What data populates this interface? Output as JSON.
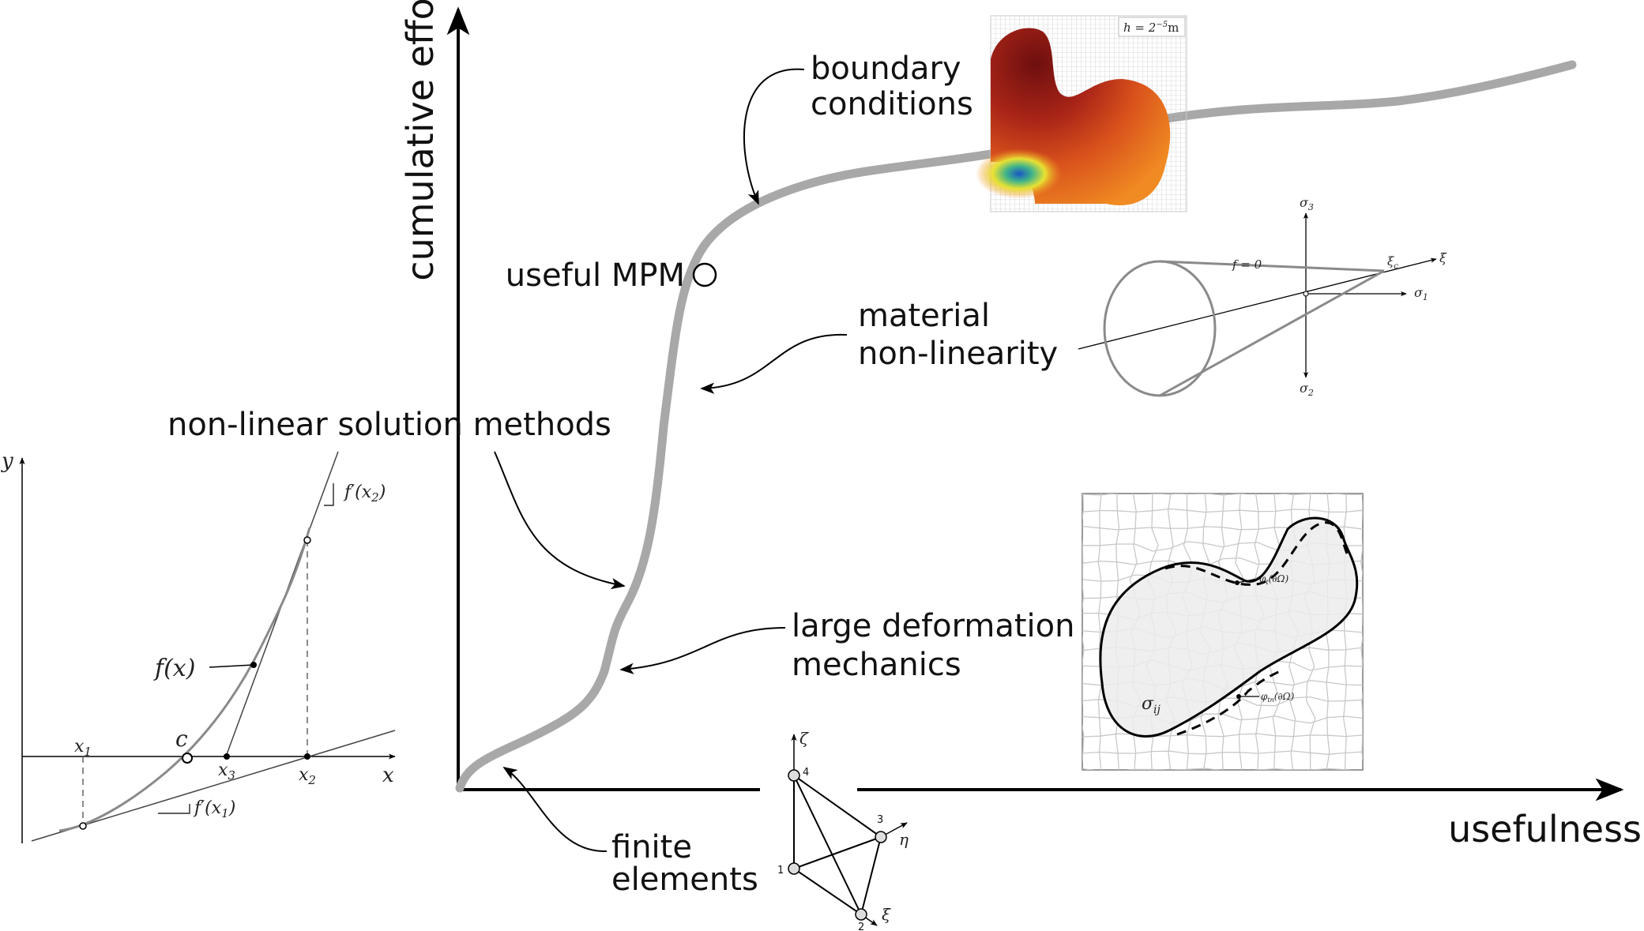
{
  "axes": {
    "x_label": "usefulness",
    "y_label": "cumulative effort"
  },
  "milestone": {
    "label": "useful MPM"
  },
  "annotations": {
    "finite_elements": [
      "finite",
      "elements"
    ],
    "large_deformation": [
      "large deformation",
      "mechanics"
    ],
    "non_linear": "non-linear solution methods",
    "material": [
      "material",
      "non-linearity"
    ],
    "boundary": [
      "boundary",
      "conditions"
    ]
  },
  "newton_plot": {
    "y_axis": "y",
    "x_axis": "x",
    "function": "f(x)",
    "root": "c",
    "x1": "x",
    "x1_sub": "1",
    "x2": "x",
    "x2_sub": "2",
    "x3": "x",
    "x3_sub": "3",
    "slope1": "f′(x",
    "slope1_sub": "1",
    "slope1_close": ")",
    "slope2": "f′(x",
    "slope2_sub": "2",
    "slope2_close": ")"
  },
  "tetrahedron": {
    "zeta": "ζ",
    "eta": "η",
    "xi": "ξ",
    "nodes": [
      "1",
      "2",
      "3",
      "4"
    ]
  },
  "yield_surface": {
    "sigma1": "σ",
    "sigma1_sub": "1",
    "sigma2": "σ",
    "sigma2_sub": "2",
    "sigma3": "σ",
    "sigma3_sub": "3",
    "xi": "ξ",
    "xi_c": "ξ",
    "xi_c_sub": "c",
    "f_zero": "f = 0"
  },
  "deformation": {
    "phi_t": "φ",
    "phi_t_sub": "t",
    "phi_t_arg": "(∂Ω)",
    "phi_tn": "φ",
    "phi_tn_sub": "tn",
    "phi_tn_arg": "(∂Ω)",
    "sigma": "σ",
    "sigma_sub": "ij"
  },
  "simulation": {
    "h_label": "h = 2",
    "h_exp": "−5",
    "h_unit": "m"
  },
  "colors": {
    "curve": "#a8a8a8",
    "axis": "#000000",
    "grid": "#c8c8c8",
    "body_fill": "#ececec",
    "hot": "#c0341d",
    "dark": "#6e0f0f"
  }
}
